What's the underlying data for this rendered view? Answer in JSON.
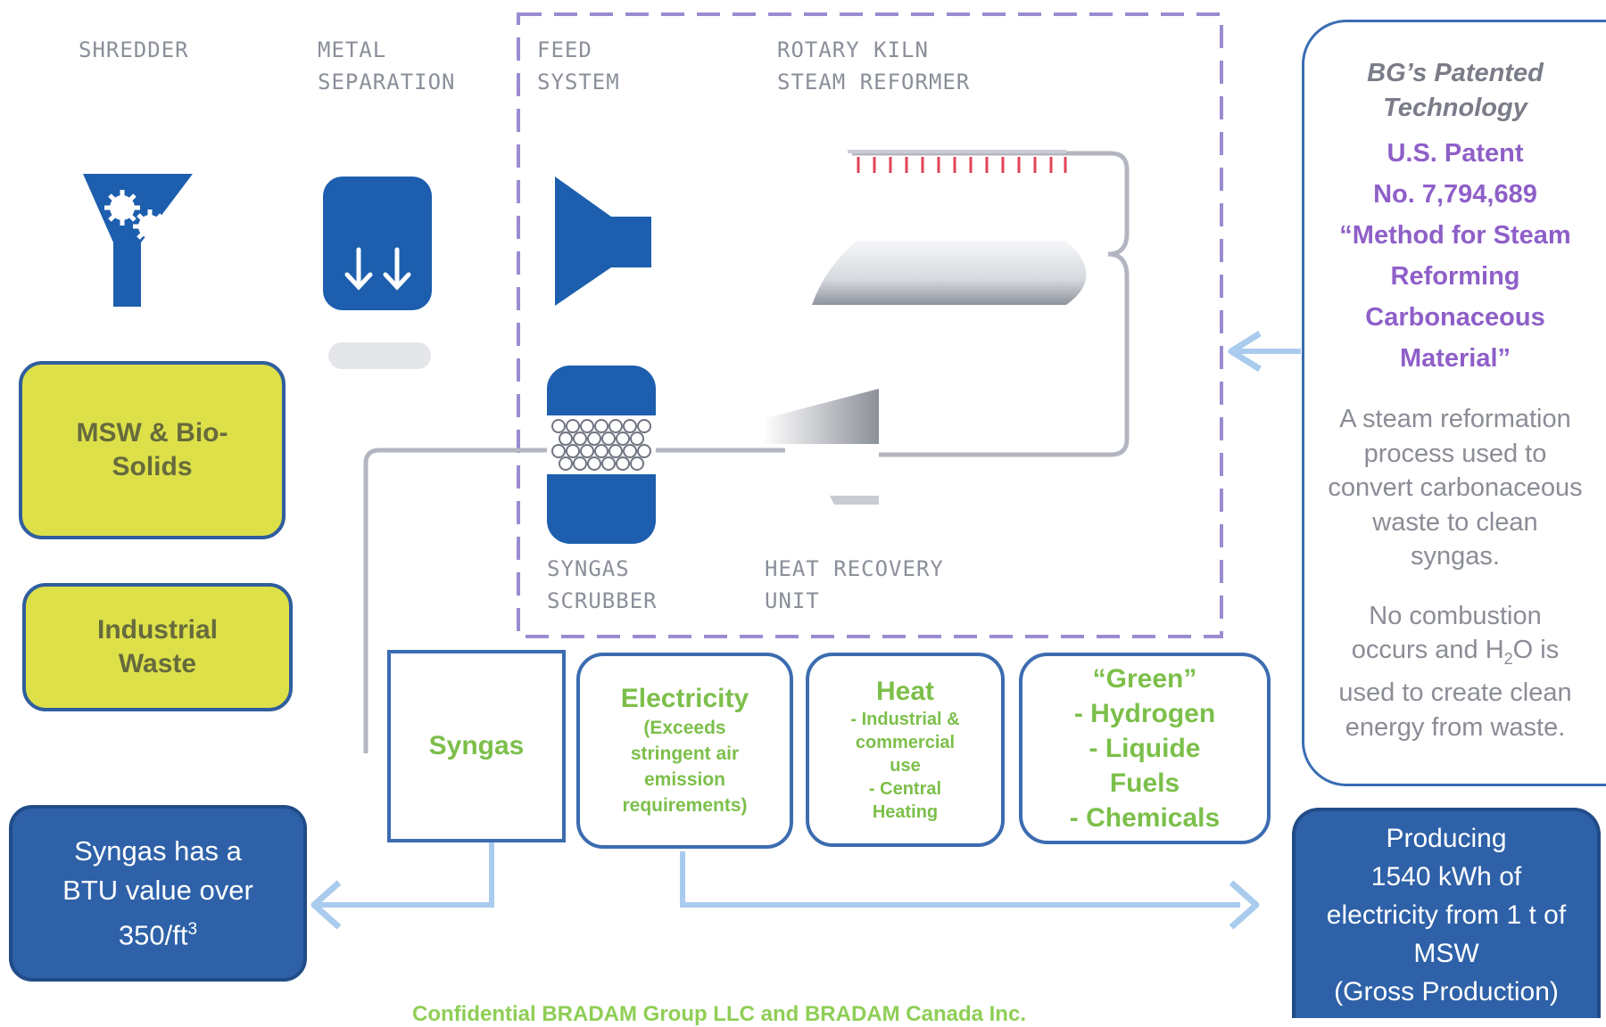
{
  "stages": {
    "shredder": "SHREDDER",
    "metal_separation": "METAL\nSEPARATION",
    "feed_system": "FEED\nSYSTEM",
    "rotary_kiln": "ROTARY KILN\nSTEAM REFORMER",
    "syngas_scrubber": "SYNGAS\nSCRUBBER",
    "heat_recovery": "HEAT RECOVERY\nUNIT"
  },
  "inputs": {
    "msw": "MSW & Bio-\nSolids",
    "industrial": "Industrial\nWaste"
  },
  "outputs": {
    "syngas": "Syngas",
    "electricity": {
      "title": "Electricity",
      "sub": "(Exceeds\nstringent air\nemission\nrequirements)"
    },
    "heat": {
      "title": "Heat",
      "sub": "- Industrial &\ncommercial\nuse\n- Central\nHeating"
    },
    "green": {
      "line1": "“Green”",
      "line2": "- Hydrogen",
      "line3": "- Liquide",
      "line4": "Fuels",
      "line5": "- Chemicals"
    }
  },
  "syngas_btu": {
    "line1": "Syngas has a",
    "line2": "BTU value over",
    "line3_prefix": "350/ft",
    "line3_sup": "3"
  },
  "producing": {
    "line1": "Producing",
    "line2": "1540 kWh of",
    "line3": "electricity from 1 t of",
    "line4": "MSW",
    "line5": "(Gross Production)"
  },
  "patent": {
    "title1": "BG’s Patented",
    "title2": "Technology",
    "line1": "U.S. Patent",
    "line2": "No. 7,794,689",
    "line3": "“Method for Steam",
    "line4": "Reforming",
    "line5": "Carbonaceous",
    "line6": "Material”",
    "body1": "A steam reformation",
    "body2": "process used to",
    "body3": "convert carbonaceous",
    "body4": "waste to clean",
    "body5": "syngas.",
    "body6": "No combustion",
    "body7_prefix": "occurs and H",
    "body7_sub": "2",
    "body7_suffix": "O is",
    "body8": "used to create clean",
    "body9": "energy from waste."
  },
  "footer": "Confidential BRADAM Group LLC and BRADAM Canada Inc.",
  "colors": {
    "dark_blue": "#2e61a8",
    "yellow": "#dde049",
    "green_text": "#7cbf4a",
    "purple_text": "#8e5fc8",
    "arrow_blue": "#a9cbee",
    "dashed_border": "#9b8bd0"
  },
  "icons": [
    "funnel-gears-icon",
    "down-arrows-icon",
    "cone-icon",
    "kiln-icon",
    "scrubber-icon",
    "heat-exchanger-icon"
  ]
}
